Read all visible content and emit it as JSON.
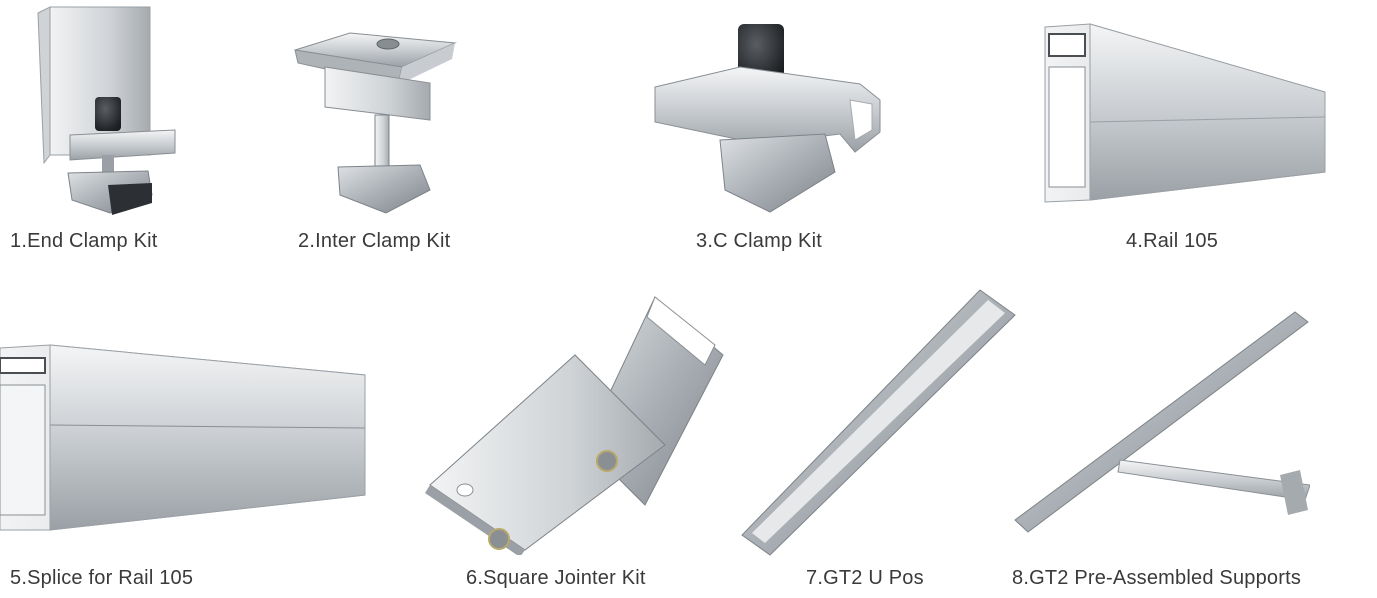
{
  "products": [
    {
      "label": "1.End Clamp Kit",
      "icon": "end-clamp-icon"
    },
    {
      "label": "2.Inter Clamp Kit",
      "icon": "inter-clamp-icon"
    },
    {
      "label": "3.C Clamp Kit",
      "icon": "c-clamp-icon"
    },
    {
      "label": "4.Rail 105",
      "icon": "rail-icon"
    },
    {
      "label": "5.Splice for Rail 105",
      "icon": "splice-icon"
    },
    {
      "label": "6.Square Jointer Kit",
      "icon": "square-jointer-icon"
    },
    {
      "label": "7.GT2 U Pos",
      "icon": "u-pos-icon"
    },
    {
      "label": "8.GT2 Pre-Assembled Supports",
      "icon": "support-icon"
    }
  ],
  "colors": {
    "metal_light": "#e6e8ea",
    "metal_mid": "#b9bdc1",
    "metal_dark": "#8a8f94",
    "bolt": "#2c2f33"
  }
}
